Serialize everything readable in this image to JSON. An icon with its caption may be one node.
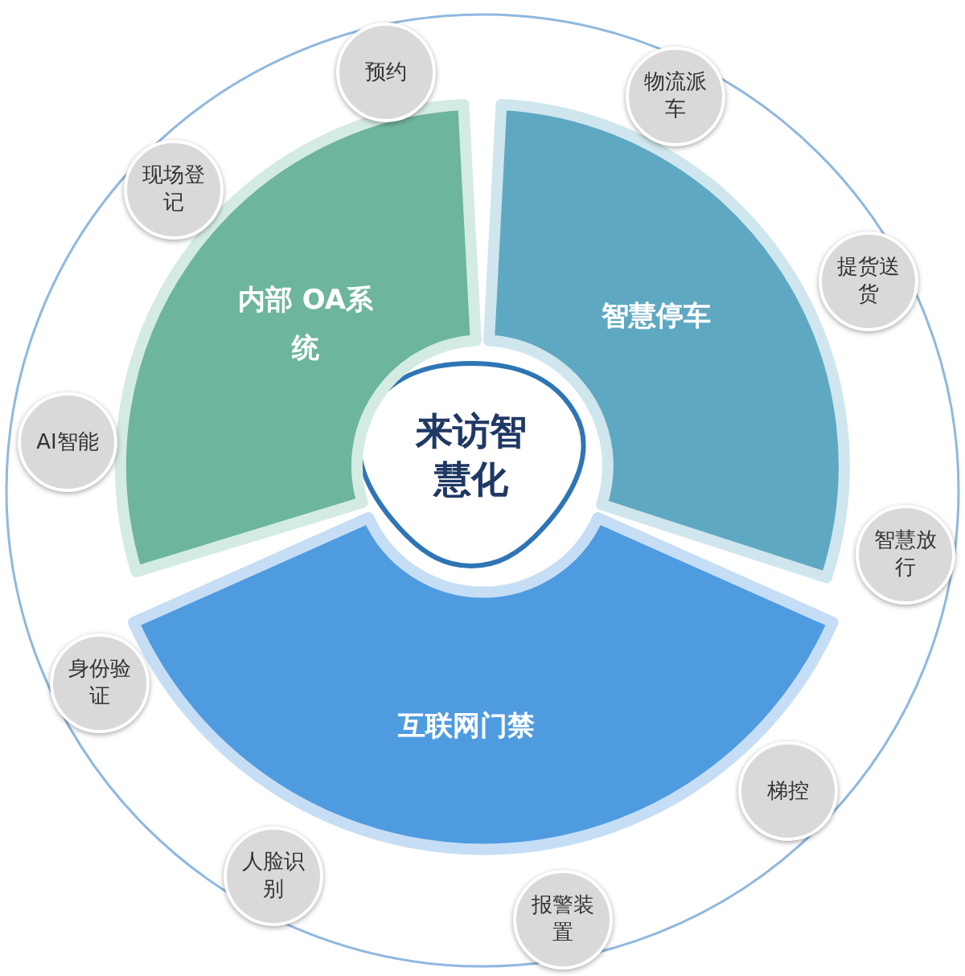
{
  "diagram": {
    "nodes": [
      {
        "text": [
          "来访智慧化"
        ]
      },
      {
        "text": [
          "内部 OA系统"
        ]
      },
      {
        "text": [
          "智慧停车"
        ]
      },
      {
        "text": [
          "互联网门禁"
        ]
      },
      {
        "text": [
          "预约"
        ]
      },
      {
        "text": [
          "物流派车"
        ]
      },
      {
        "text": [
          "现场登记"
        ]
      },
      {
        "text": [
          "提货送货"
        ]
      },
      {
        "text": [
          "AI智能"
        ]
      },
      {
        "text": [
          "智慧放行"
        ]
      },
      {
        "text": [
          "身份验证"
        ]
      },
      {
        "text": [
          "梯控"
        ]
      },
      {
        "text": [
          "人脸识别"
        ]
      },
      {
        "text": [
          "报警装置"
        ]
      }
    ],
    "edges": []
  }
}
